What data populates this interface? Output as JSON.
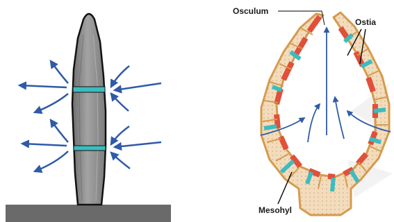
{
  "labels": {
    "osculum": "Osculum",
    "ostia": "Ostia",
    "mesohyl": "Mesohyl"
  },
  "colors": {
    "flow_arrow": "#2f5aa8",
    "ostium": "#3cbcc0",
    "choanocyte": "#e0503a",
    "mesohyl_fill": "#f3dcbc",
    "pinacoderm": "#e9b46a",
    "substrate": "#6a6a6a",
    "sponge_body": "#8e8e8e"
  }
}
